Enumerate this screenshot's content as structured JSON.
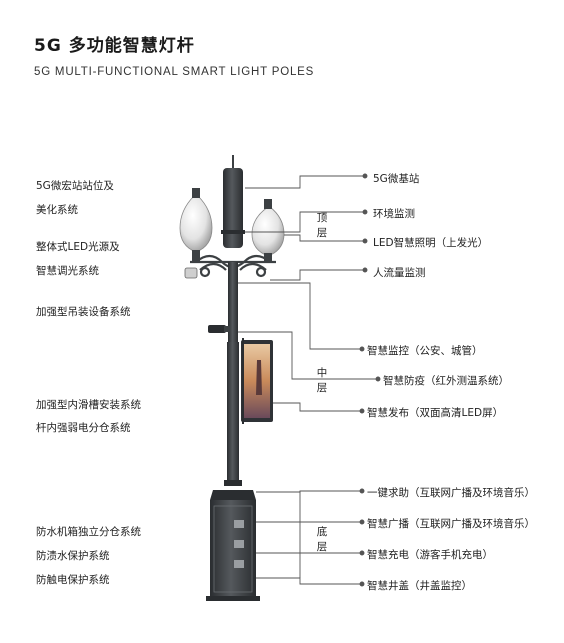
{
  "header": {
    "title": "5G 多功能智慧灯杆",
    "subtitle": "5G MULTI-FUNCTIONAL SMART LIGHT POLES"
  },
  "left_labels": [
    "5G微宏站站位及",
    "美化系统",
    "整体式LED光源及",
    "智慧调光系统",
    "加强型吊装设备系统",
    "加强型内滑槽安装系统",
    "杆内强弱电分仓系统",
    "防水机箱独立分仓系统",
    "防渍水保护系统",
    "防触电保护系统"
  ],
  "layers": {
    "top": [
      "顶",
      "层"
    ],
    "middle": [
      "中",
      "层"
    ],
    "bottom": [
      "底",
      "层"
    ]
  },
  "right_labels": [
    "5G微基站",
    "环境监测",
    "LED智慧照明（上发光）",
    "人流量监测",
    "智慧监控（公安、城管）",
    "智慧防疫（红外测温系统）",
    "智慧发布（双面高清LED屏）",
    "一键求助（互联网广播及环境音乐）",
    "智慧广播（互联网广播及环境音乐）",
    "智慧充电（游客手机充电）",
    "智慧井盖（井盖监控）"
  ],
  "colors": {
    "pole": "#3c4043",
    "pole_dark": "#2a2d30",
    "line": "#555555",
    "globe": "#e8e8e8"
  }
}
